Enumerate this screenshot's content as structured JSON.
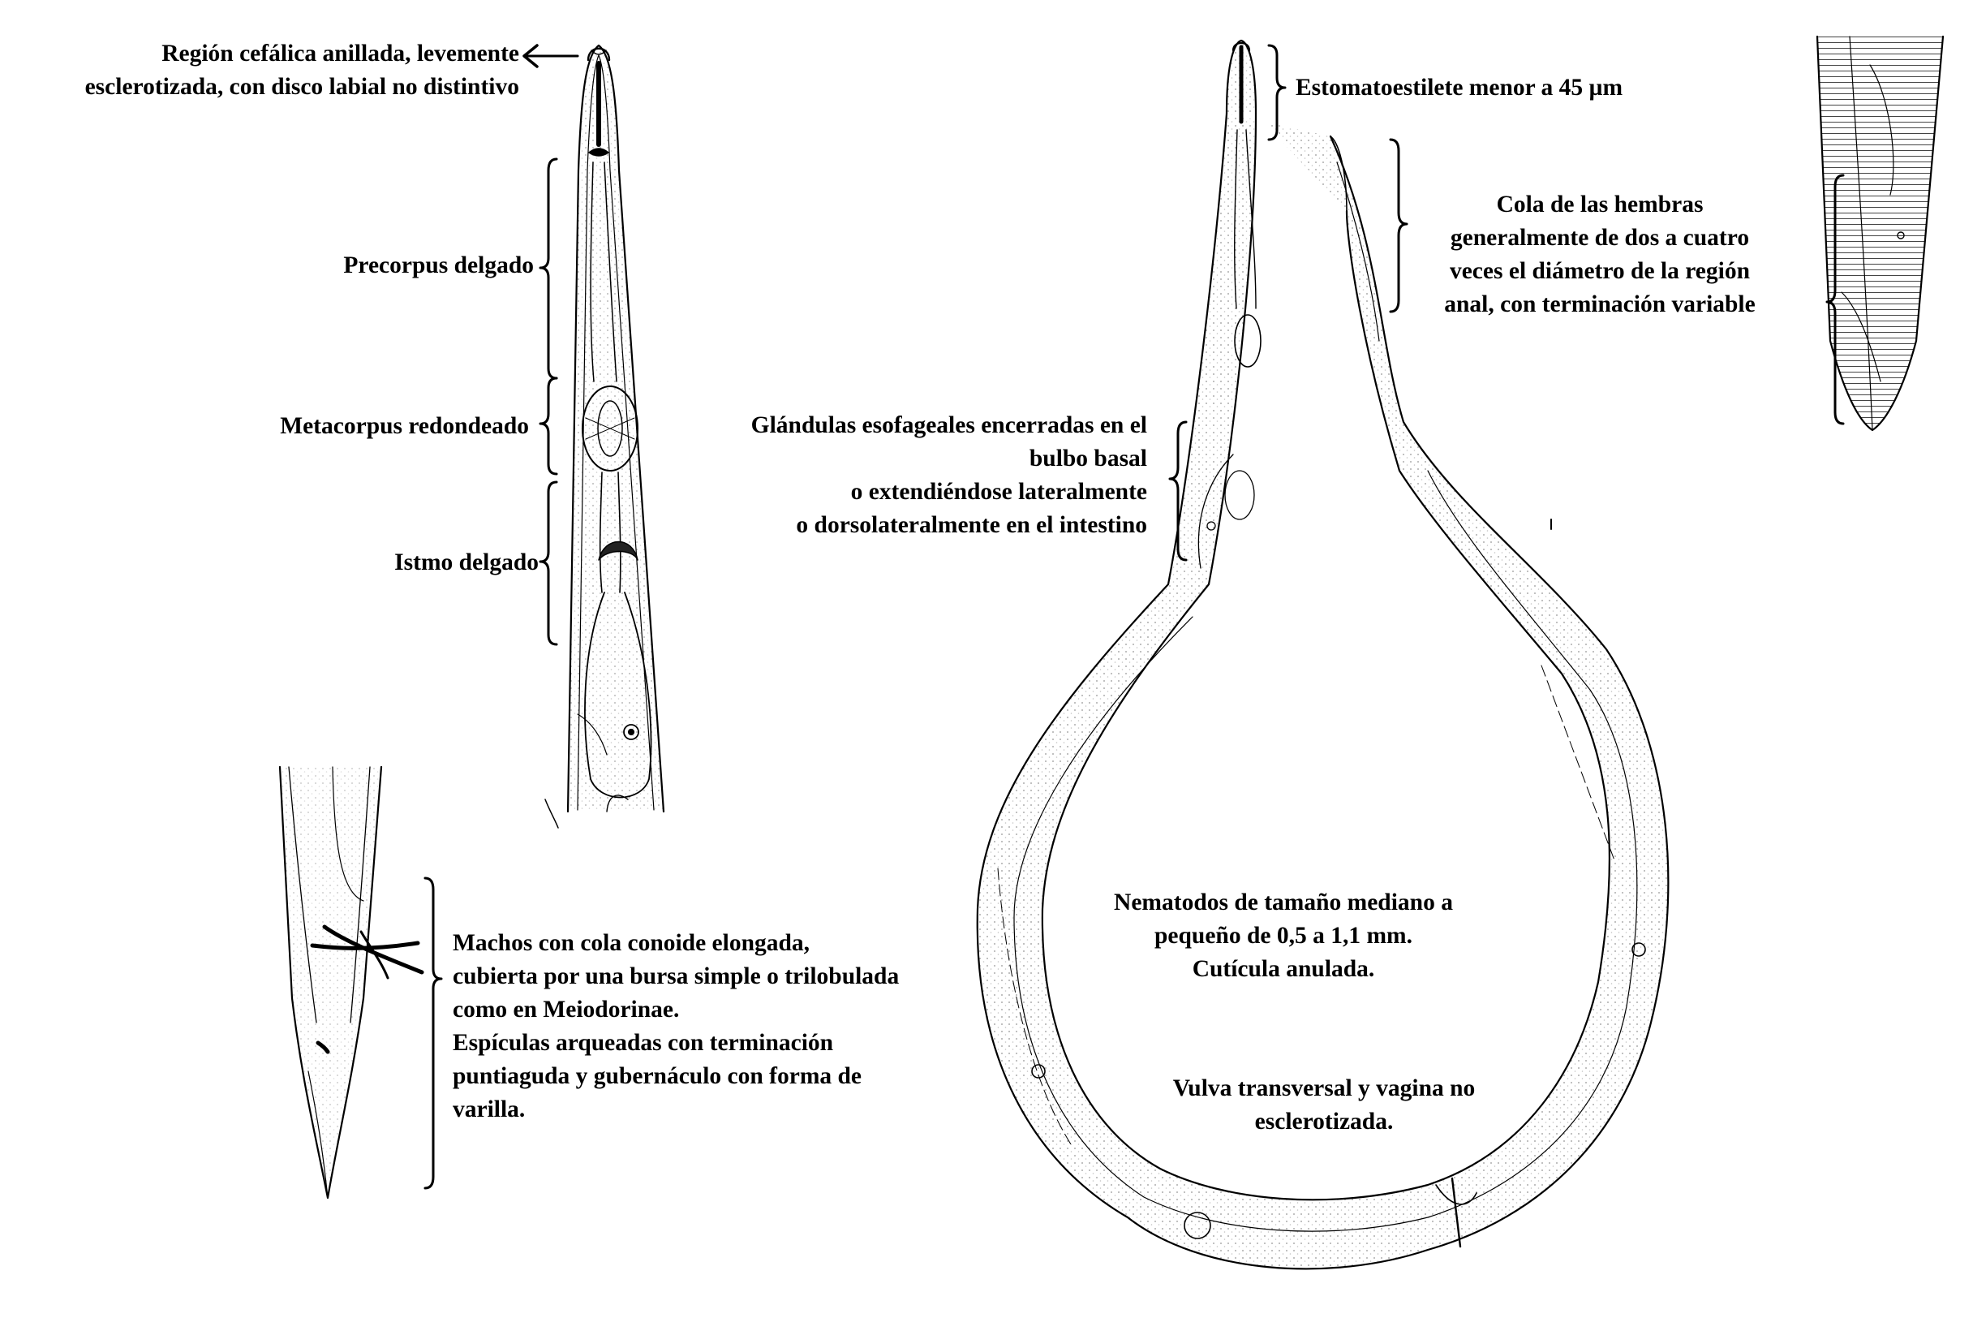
{
  "labels": {
    "region_cefalica": [
      "Región cefálica anillada, levemente",
      "esclerotizada, con disco labial no distintivo"
    ],
    "precorpus": [
      "Precorpus delgado"
    ],
    "metacorpus": [
      "Metacorpus redondeado"
    ],
    "istmo": [
      "Istmo delgado"
    ],
    "machos": [
      "Machos con cola conoide elongada,",
      "cubierta por una bursa simple o trilobulada",
      "como en Meiodorinae.",
      "Espículas arqueadas con terminación",
      "puntiaguda y gubernáculo con forma de",
      "varilla."
    ],
    "estomatoestilete": [
      "Estomatoestilete menor a 45 µm"
    ],
    "cola_hembras": [
      "Cola de las hembras",
      "generalmente de dos a cuatro",
      "veces el diámetro de la región",
      "anal, con terminación variable"
    ],
    "glandulas": [
      "Glándulas esofageales encerradas en el",
      "bulbo basal",
      "o extendiéndose lateralmente",
      "o dorsolateralmente en el intestino"
    ],
    "tamano": [
      "Nematodos de tamaño mediano a",
      "pequeño de 0,5 a 1,1 mm.",
      "Cutícula anulada."
    ],
    "vulva": [
      "Vulva transversal y vagina no",
      "esclerotizada."
    ]
  },
  "colors": {
    "ink": "#000000",
    "stipple": "#6a6a6a",
    "background": "#ffffff"
  }
}
